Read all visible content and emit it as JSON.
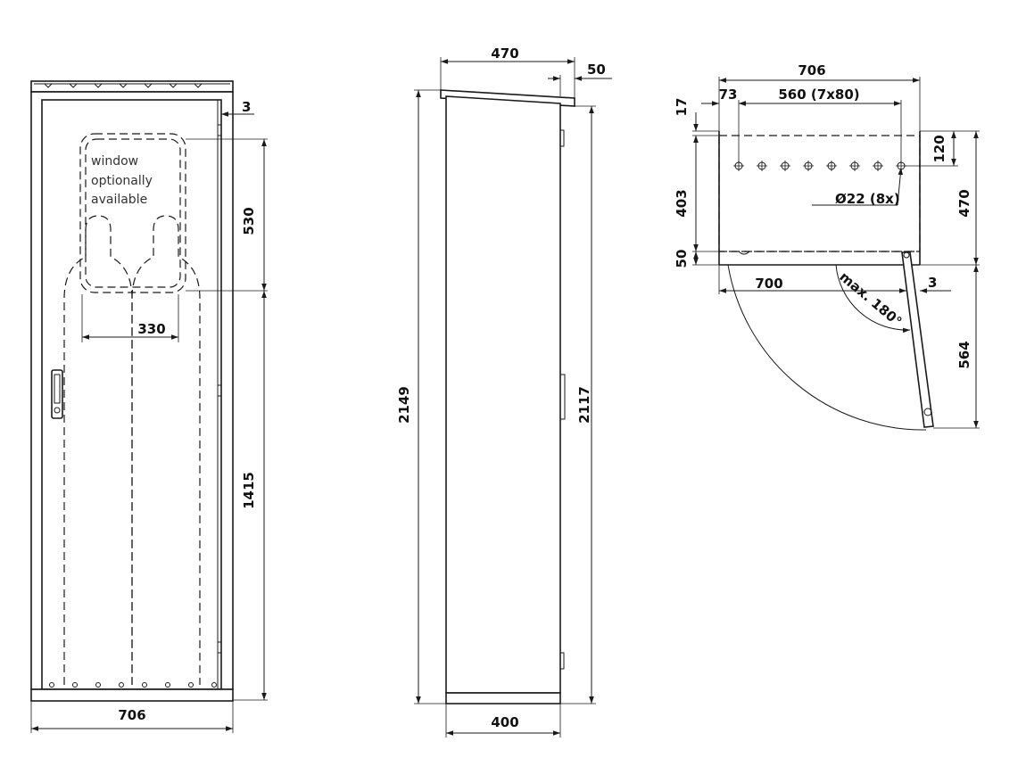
{
  "front_view": {
    "window_note": [
      "window",
      "optionally",
      "available"
    ],
    "dims": {
      "width": "706",
      "gap": "3",
      "window_height": "530",
      "window_width": "330",
      "lower_height": "1415"
    }
  },
  "side_view": {
    "dims": {
      "roof_depth": "470",
      "overhang": "50",
      "total_height": "2149",
      "door_height": "2117",
      "body_depth": "400"
    }
  },
  "top_view": {
    "dims": {
      "total_width": "706",
      "edge_offset": "73",
      "hole_spacing": "560 (7x80)",
      "top_offset": "17",
      "hole_row": "120",
      "depth": "403",
      "total_depth": "470",
      "door_step": "50",
      "door_width": "700",
      "door_gap": "3",
      "swing_radius": "564",
      "hole_note": "Ø22 (8x)",
      "angle_note": "max. 180°"
    },
    "hole_count": 8
  }
}
